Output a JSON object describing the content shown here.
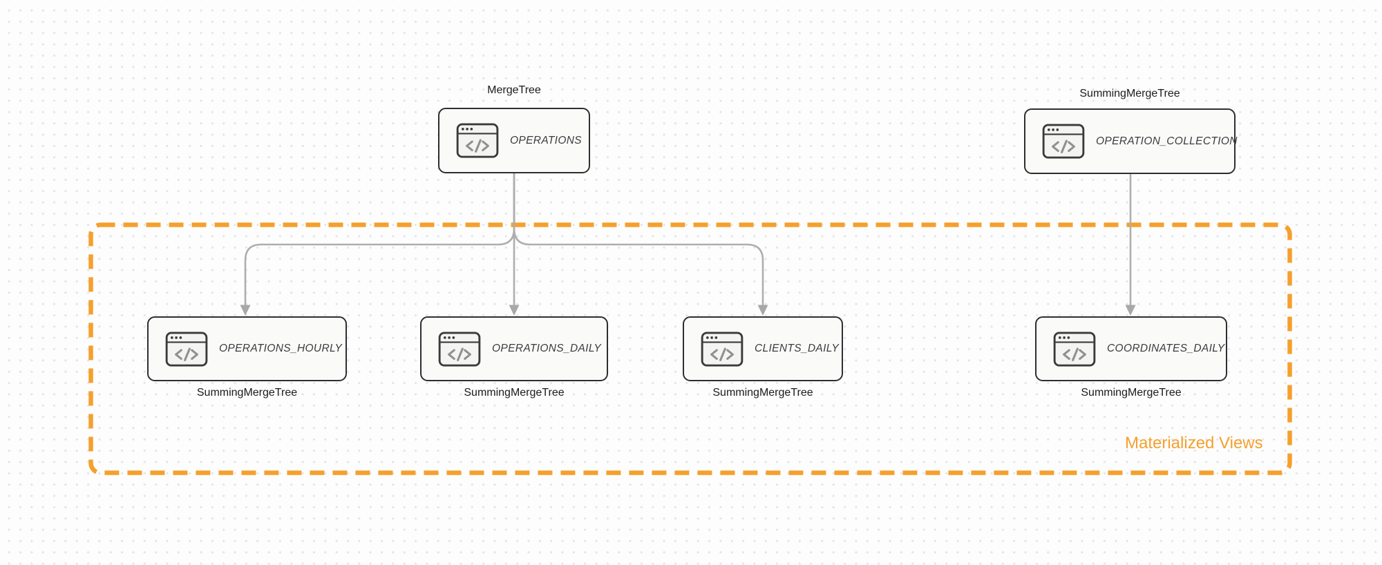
{
  "diagram": {
    "title_hint": "table dataflow diagram",
    "group": {
      "label": "Materialized Views",
      "accent_color": "#F5A02D"
    },
    "nodes": [
      {
        "id": "operations",
        "label": "OPERATIONS",
        "engine": "MergeTree",
        "engine_position": "top",
        "icon": "code-window"
      },
      {
        "id": "operation_collection",
        "label": "OPERATION_COLLECTION",
        "engine": "SummingMergeTree",
        "engine_position": "top",
        "icon": "code-window"
      },
      {
        "id": "operations_hourly",
        "label": "OPERATIONS_HOURLY",
        "engine": "SummingMergeTree",
        "engine_position": "bottom",
        "icon": "code-window"
      },
      {
        "id": "operations_daily",
        "label": "OPERATIONS_DAILY",
        "engine": "SummingMergeTree",
        "engine_position": "bottom",
        "icon": "code-window"
      },
      {
        "id": "clients_daily",
        "label": "CLIENTS_DAILY",
        "engine": "SummingMergeTree",
        "engine_position": "bottom",
        "icon": "code-window"
      },
      {
        "id": "coordinates_daily",
        "label": "COORDINATES_DAILY",
        "engine": "SummingMergeTree",
        "engine_position": "bottom",
        "icon": "code-window"
      }
    ],
    "edges": [
      {
        "from": "OPERATIONS",
        "to": "OPERATIONS_HOURLY"
      },
      {
        "from": "OPERATIONS",
        "to": "OPERATIONS_DAILY"
      },
      {
        "from": "OPERATIONS",
        "to": "CLIENTS_DAILY"
      },
      {
        "from": "OPERATION_COLLECTION",
        "to": "COORDINATES_DAILY"
      }
    ],
    "colors": {
      "group_accent": "#F5A02D",
      "node_border": "#2E2E31",
      "node_fill": "#FAFAF8",
      "arrow": "#ADADAD",
      "engine_text": "#1B1B1E",
      "node_text": "#3B3B40"
    }
  }
}
